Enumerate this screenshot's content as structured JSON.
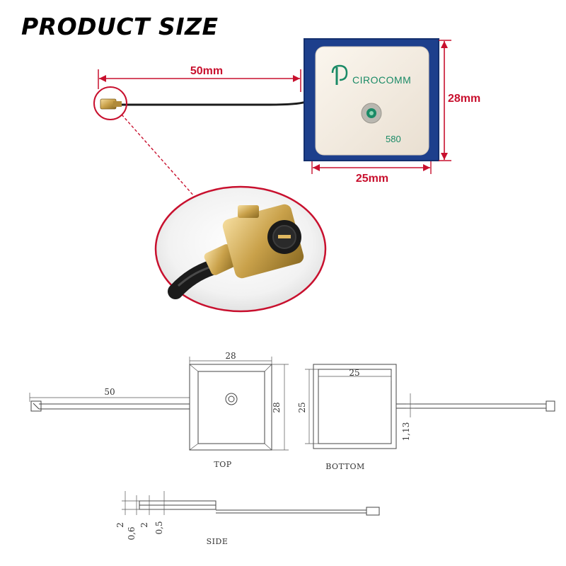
{
  "title": "PRODUCT SIZE",
  "photo": {
    "cable_length": "50mm",
    "antenna_height": "28mm",
    "patch_width": "25mm",
    "brand": "CIROCOMM",
    "model": "580",
    "colors": {
      "accent": "#c8102e",
      "board": "#1d3f8c",
      "ceramic": "#f4ece2",
      "print": "#1a8a66",
      "gold": "#c9a14a"
    }
  },
  "drawing": {
    "top_width": "28",
    "top_height": "28",
    "cable": "50",
    "bottom_width": "25",
    "bottom_height": "25",
    "cable_thickness": "1,13",
    "top_label": "TOP",
    "bottom_label": "BOTTOM",
    "side_label": "SIDE",
    "side_dims": [
      "2",
      "0,6",
      "2",
      "0,5"
    ]
  },
  "icons": [
    "connector-icon",
    "zoom-connector-icon",
    "feed-point-icon"
  ]
}
